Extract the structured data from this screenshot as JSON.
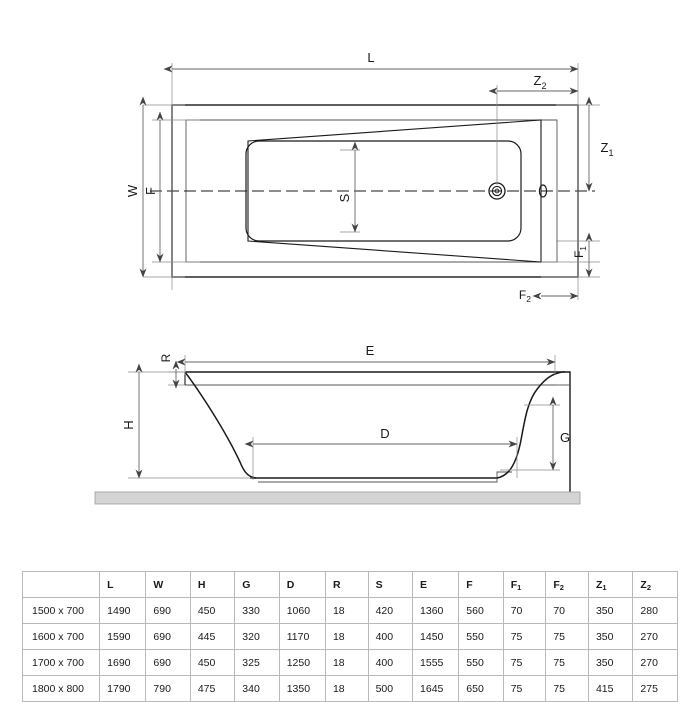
{
  "drawing": {
    "title": "Bathtub dimension drawing",
    "top_view": {
      "name": "top-view",
      "labels": {
        "L": "L",
        "W": "W",
        "F": "F",
        "S": "S",
        "Z1": "Z",
        "Z1_sub": "1",
        "Z2": "Z",
        "Z2_sub": "2",
        "F1": "F",
        "F1_sub": "1",
        "F2": "F",
        "F2_sub": "2"
      },
      "features": {
        "drain": "drain-outlet",
        "overflow": "overflow-opening",
        "centerline": "center-axis"
      }
    },
    "side_view": {
      "name": "side-elevation-view",
      "labels": {
        "R": "R",
        "H": "H",
        "E": "E",
        "D": "D",
        "G": "G"
      },
      "features": {
        "floor": "floor-ground-line"
      }
    },
    "colors": {
      "line": "#1a1a1a",
      "thin_line": "#555555",
      "dimension_line": "#666666",
      "floor_fill": "#d4d4d4",
      "table_border": "#b9b9b9",
      "background": "#ffffff"
    }
  },
  "table": {
    "name": "dimension-spec-table",
    "columns": [
      {
        "key": "size",
        "label": "",
        "sub": ""
      },
      {
        "key": "L",
        "label": "L",
        "sub": ""
      },
      {
        "key": "W",
        "label": "W",
        "sub": ""
      },
      {
        "key": "H",
        "label": "H",
        "sub": ""
      },
      {
        "key": "G",
        "label": "G",
        "sub": ""
      },
      {
        "key": "D",
        "label": "D",
        "sub": ""
      },
      {
        "key": "R",
        "label": "R",
        "sub": ""
      },
      {
        "key": "S",
        "label": "S",
        "sub": ""
      },
      {
        "key": "E",
        "label": "E",
        "sub": ""
      },
      {
        "key": "F",
        "label": "F",
        "sub": ""
      },
      {
        "key": "F1",
        "label": "F",
        "sub": "1"
      },
      {
        "key": "F2",
        "label": "F",
        "sub": "2"
      },
      {
        "key": "Z1",
        "label": "Z",
        "sub": "1"
      },
      {
        "key": "Z2",
        "label": "Z",
        "sub": "2"
      }
    ],
    "rows": [
      {
        "size": "1500 x 700",
        "L": "1490",
        "W": "690",
        "H": "450",
        "G": "330",
        "D": "1060",
        "R": "18",
        "S": "420",
        "E": "1360",
        "F": "560",
        "F1": "70",
        "F2": "70",
        "Z1": "350",
        "Z2": "280"
      },
      {
        "size": "1600 x 700",
        "L": "1590",
        "W": "690",
        "H": "445",
        "G": "320",
        "D": "1170",
        "R": "18",
        "S": "400",
        "E": "1450",
        "F": "550",
        "F1": "75",
        "F2": "75",
        "Z1": "350",
        "Z2": "270"
      },
      {
        "size": "1700 x 700",
        "L": "1690",
        "W": "690",
        "H": "450",
        "G": "325",
        "D": "1250",
        "R": "18",
        "S": "400",
        "E": "1555",
        "F": "550",
        "F1": "75",
        "F2": "75",
        "Z1": "350",
        "Z2": "270"
      },
      {
        "size": "1800 x 800",
        "L": "1790",
        "W": "790",
        "H": "475",
        "G": "340",
        "D": "1350",
        "R": "18",
        "S": "500",
        "E": "1645",
        "F": "650",
        "F1": "75",
        "F2": "75",
        "Z1": "415",
        "Z2": "275"
      }
    ]
  }
}
